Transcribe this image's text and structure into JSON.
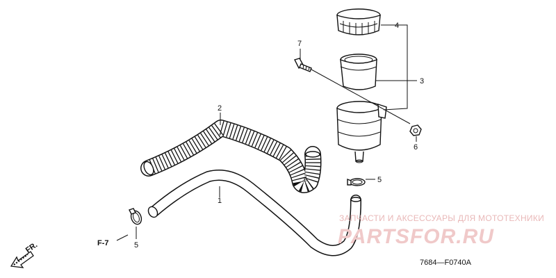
{
  "diagram": {
    "callouts": {
      "c1": "1",
      "c2": "2",
      "c3": "3",
      "c4": "4",
      "c5a": "5",
      "c5b": "5",
      "c6": "6",
      "c7": "7"
    },
    "ref_label": "F-7",
    "direction_label": "FR.",
    "diagram_code": "7684—F0740A"
  },
  "watermark": {
    "tagline": "ЗАПЧАСТИ И АКСЕССУАРЫ ДЛЯ МОТОТЕХНИКИ",
    "brand": "PARTSFOR.RU"
  }
}
